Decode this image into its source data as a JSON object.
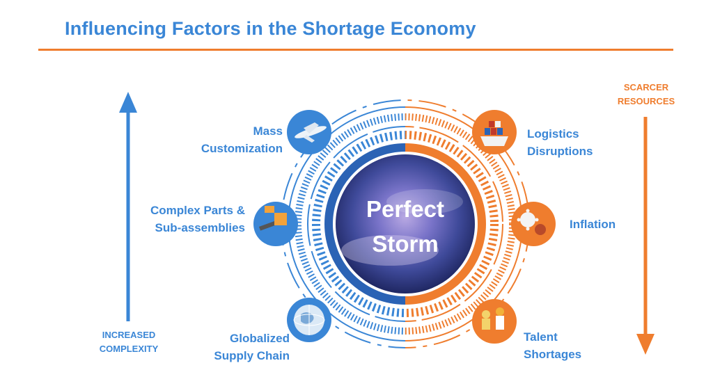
{
  "title": "Influencing Factors in the Shortage Economy",
  "center": {
    "line1": "Perfect",
    "line2": "Storm"
  },
  "left_axis": {
    "line1": "INCREASED",
    "line2": "COMPLEXITY"
  },
  "right_axis": {
    "line1": "SCARCER",
    "line2": "RESOURCES"
  },
  "factors": [
    {
      "line1": "Mass",
      "line2": "Customization",
      "icon": "airplane-icon"
    },
    {
      "line1": "Complex Parts &",
      "line2": "Sub-assemblies",
      "icon": "conveyor-icon"
    },
    {
      "line1": "Globalized",
      "line2": "Supply Chain",
      "icon": "globe-icon"
    },
    {
      "line1": "Logistics",
      "line2": "Disruptions",
      "icon": "cargo-ship-icon"
    },
    {
      "line1": "Inflation",
      "line2": "",
      "icon": "virus-icon"
    },
    {
      "line1": "Talent",
      "line2": "Shortages",
      "icon": "workers-icon"
    }
  ],
  "colors": {
    "blue": "#3a86d6",
    "orange": "#ef7d2e",
    "dark_blue": "#2b63b5"
  }
}
